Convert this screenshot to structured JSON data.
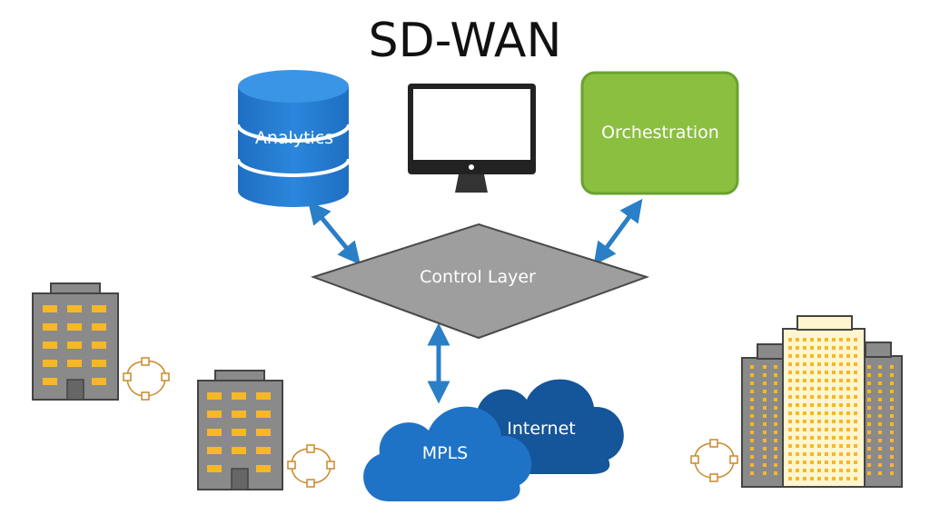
{
  "title": "SD-WAN",
  "nodes": {
    "analytics": {
      "label": "Analytics"
    },
    "orchestration": {
      "label": "Orchestration"
    },
    "control_layer": {
      "label": "Control Layer"
    },
    "mpls": {
      "label": "MPLS"
    },
    "internet": {
      "label": "Internet"
    }
  },
  "colors": {
    "blue": "#1f73c6",
    "blue_dark": "#15559a",
    "green": "#8bbf3f",
    "green_border": "#6aa22e",
    "diamond": "#9e9e9e",
    "building": "#8a8a8a",
    "window": "#f6b826",
    "arrow": "#2a7fc7"
  },
  "icons": [
    "database-icon",
    "monitor-icon",
    "building-icon",
    "router-ring-icon",
    "cloud-icon"
  ]
}
